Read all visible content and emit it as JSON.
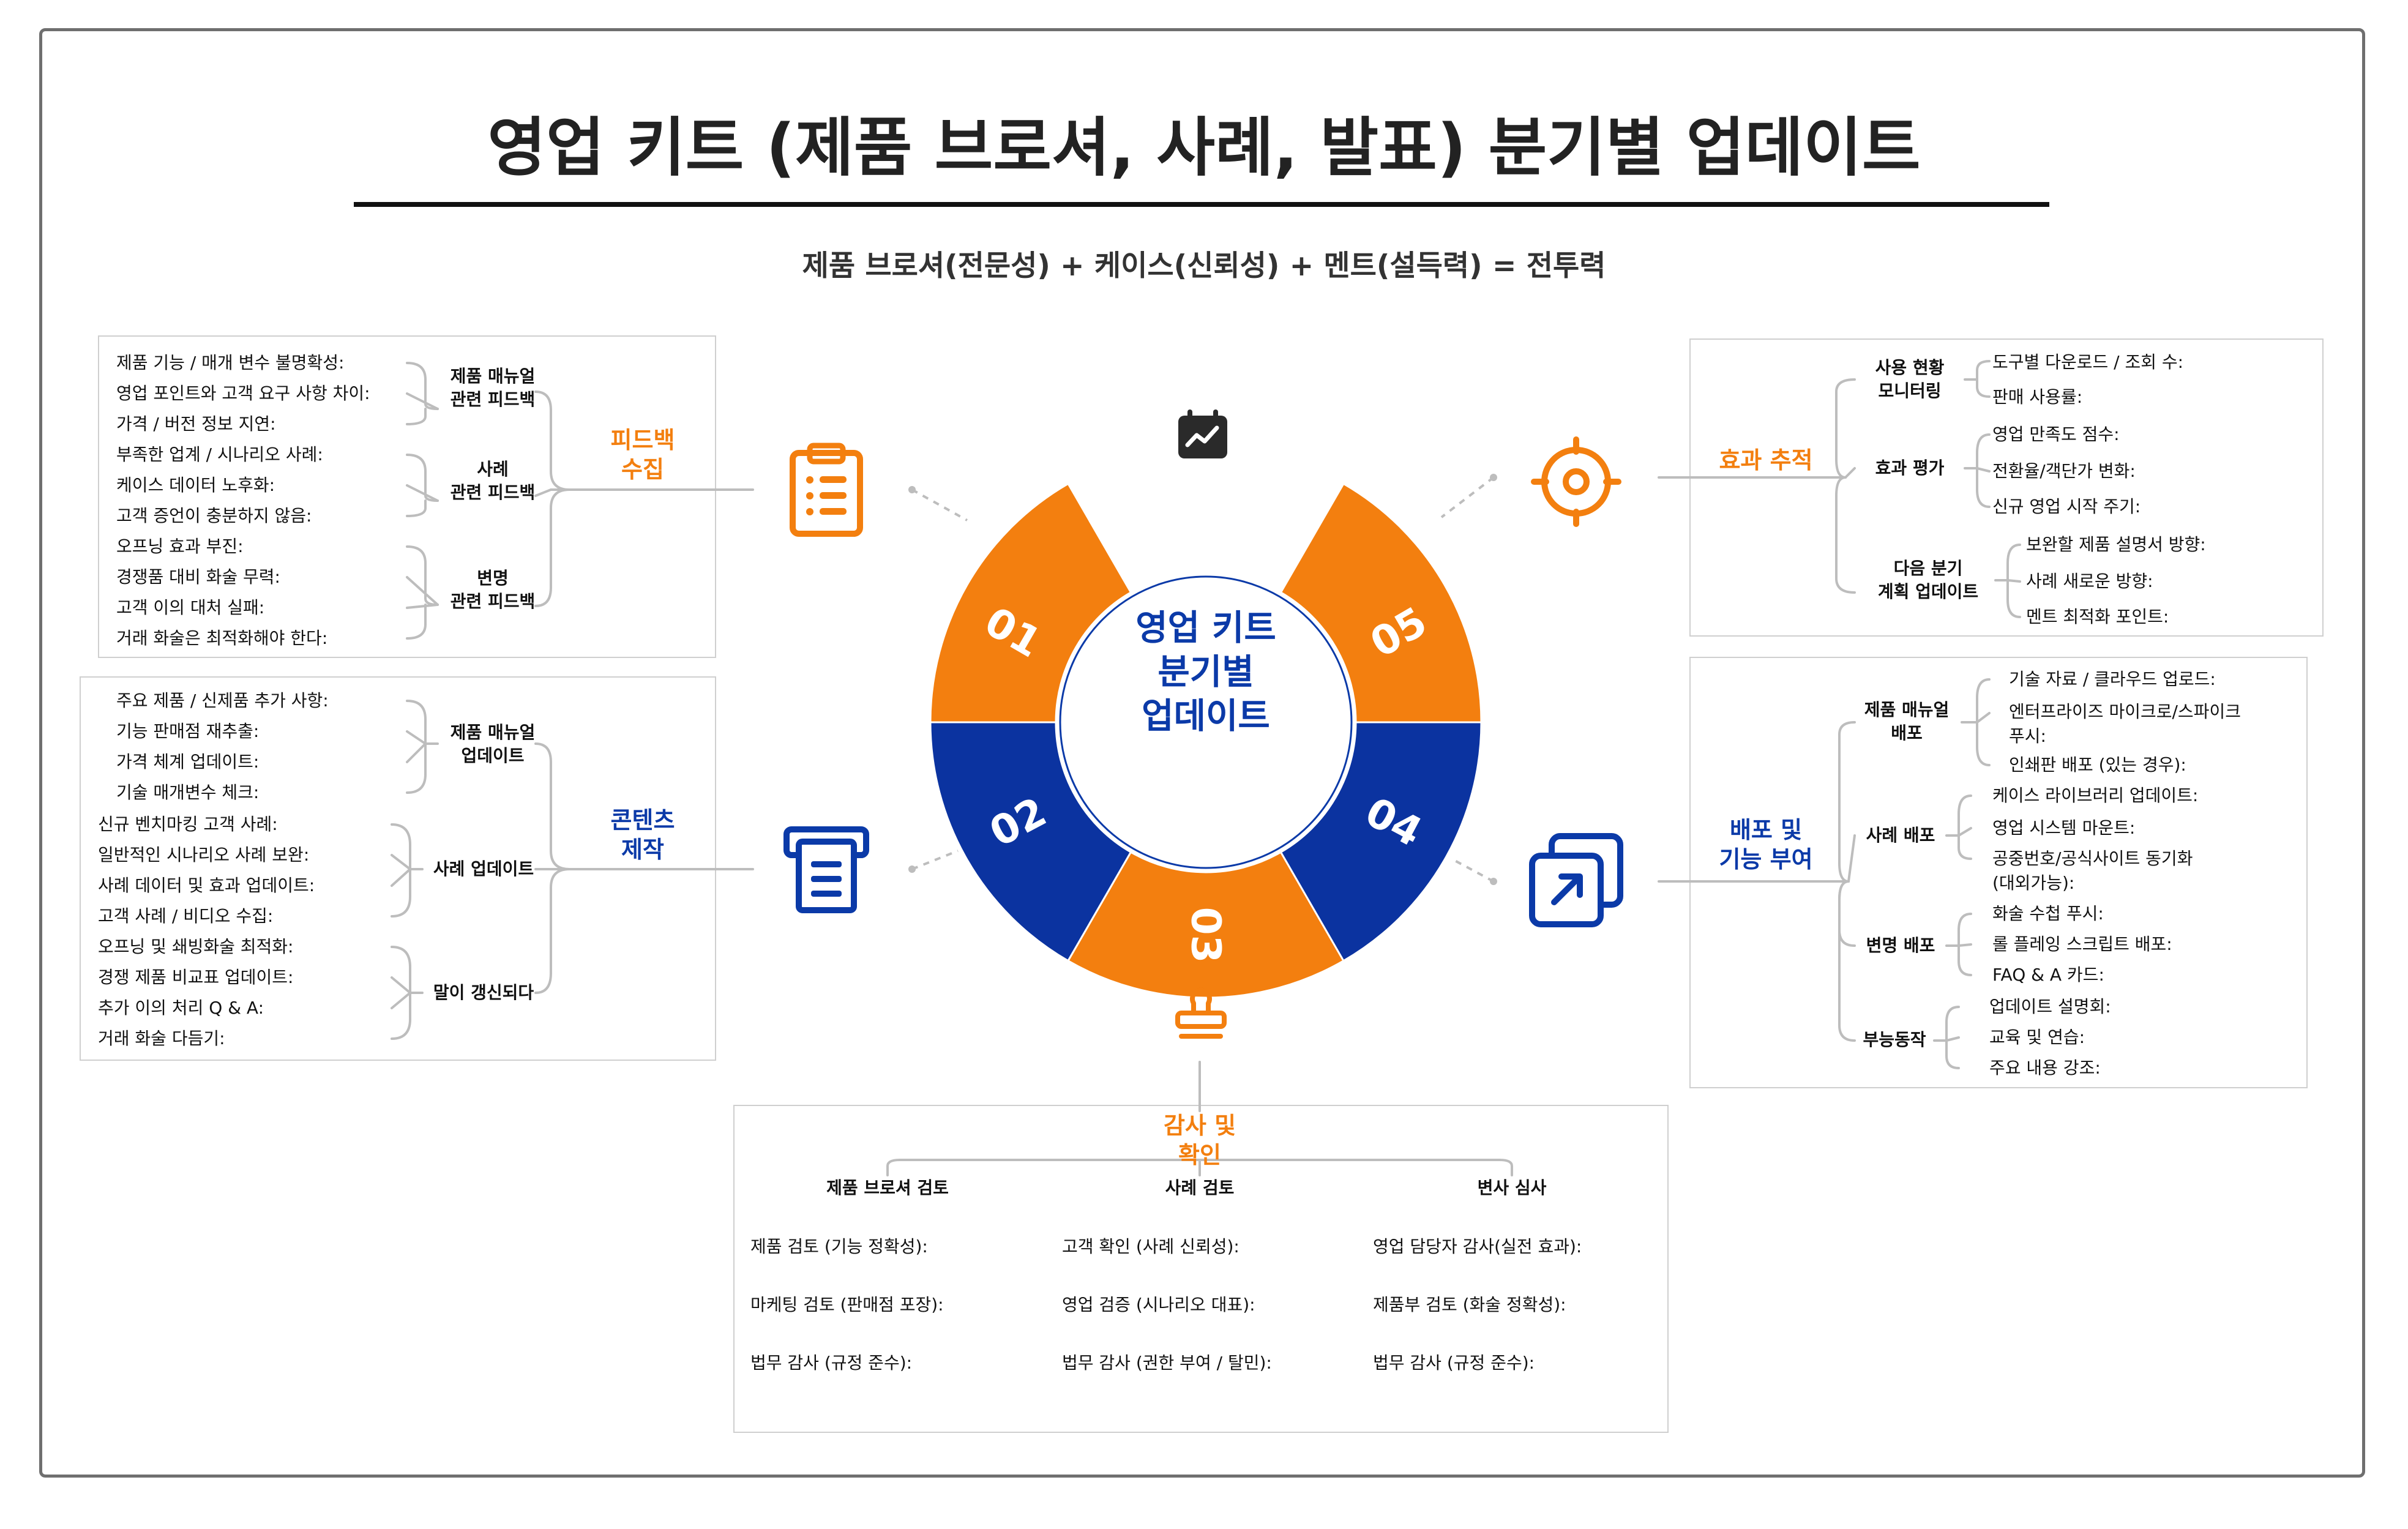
{
  "title": "영업 키트 (제품 브로셔, 사례, 발표) 분기별 업데이트",
  "formula": "제품 브로셔(전문성) + 케이스(신뢰성) + 멘트(설득력) = 전투력",
  "center": {
    "line1": "영업 키트",
    "line2": "분기별",
    "line3": "업데이트"
  },
  "segments": [
    {
      "num": "01",
      "color": "#f37f0f"
    },
    {
      "num": "02",
      "color": "#0b33a0"
    },
    {
      "num": "03",
      "color": "#f37f0f"
    },
    {
      "num": "04",
      "color": "#0b33a0"
    },
    {
      "num": "05",
      "color": "#f37f0f"
    }
  ],
  "colors": {
    "orange": "#f37f0f",
    "blue": "#0b33a0",
    "line": "#bdbdbd"
  },
  "icons": {
    "top": "calendar-chart-icon",
    "s01": "clipboard-list-icon",
    "s02": "printer-document-icon",
    "s03": "stamp-icon",
    "s04": "external-link-icon",
    "s05": "target-icon"
  },
  "feedback": {
    "hub": [
      "피드백",
      "수집"
    ],
    "groups": [
      {
        "label": [
          "제품 매뉴얼",
          "관련 피드백"
        ],
        "items": [
          "제품 기능 / 매개 변수 불명확성:",
          "영업 포인트와 고객 요구 사항 차이:",
          "가격 / 버전 정보 지연:"
        ]
      },
      {
        "label": [
          "사례",
          "관련 피드백"
        ],
        "items": [
          "부족한 업계 / 시나리오 사례:",
          "케이스 데이터 노후화:",
          "고객 증언이 충분하지 않음:"
        ]
      },
      {
        "label": [
          "변명",
          "관련 피드백"
        ],
        "items": [
          "오프닝 효과 부진:",
          "경쟁품 대비 화술 무력:",
          "고객 이의 대처 실패:",
          "거래 화술은 최적화해야 한다:"
        ]
      }
    ]
  },
  "content": {
    "hub": [
      "콘텐츠",
      "제작"
    ],
    "groups": [
      {
        "label": [
          "제품 매뉴얼",
          "업데이트"
        ],
        "items": [
          "주요 제품 / 신제품 추가 사항:",
          "기능 판매점 재추출:",
          "가격 체계 업데이트:",
          "기술 매개변수 체크:"
        ]
      },
      {
        "label": [
          "사례 업데이트"
        ],
        "items": [
          "신규 벤치마킹 고객 사례:",
          "일반적인 시나리오 사례 보완:",
          "사례 데이터 및 효과 업데이트:",
          "고객 사례 / 비디오 수집:"
        ]
      },
      {
        "label": [
          "말이 갱신되다"
        ],
        "items": [
          "오프닝 및 쇄빙화술 최적화:",
          "경쟁 제품 비교표 업데이트:",
          "추가 이의 처리 Q & A:",
          "거래 화술 다듬기:"
        ]
      }
    ]
  },
  "audit": {
    "hub": [
      "감사 및",
      "확인"
    ],
    "columns": [
      {
        "label": "제품 브로셔 검토",
        "items": [
          "제품 검토 (기능 정확성):",
          "마케팅 검토 (판매점 포장):",
          "법무 감사 (규정 준수):"
        ]
      },
      {
        "label": "사례 검토",
        "items": [
          "고객 확인 (사례 신뢰성):",
          "영업 검증 (시나리오 대표):",
          "법무 감사 (권한 부여 / 탈민):"
        ]
      },
      {
        "label": "변사 심사",
        "items": [
          "영업 담당자 감사(실전 효과):",
          "제품부 검토 (화술 정확성):",
          "법무 감사 (규정 준수):"
        ]
      }
    ]
  },
  "distribution": {
    "hub": [
      "배포 및",
      "기능 부여"
    ],
    "groups": [
      {
        "label": [
          "제품 매뉴얼",
          "배포"
        ],
        "items": [
          "기술 자료 / 클라우드 업로드:",
          "엔터프라이즈 마이크로/스파이크",
          "푸시:",
          "인쇄판 배포 (있는 경우):"
        ]
      },
      {
        "label": [
          "사례 배포"
        ],
        "items": [
          "케이스 라이브러리 업데이트:",
          "영업 시스템 마운트:",
          "공중번호/공식사이트 동기화",
          "(대외가능):"
        ]
      },
      {
        "label": [
          "변명 배포"
        ],
        "items": [
          "화술 수첩 푸시:",
          "롤 플레잉 스크립트 배포:",
          "FAQ & A 카드:"
        ]
      },
      {
        "label": [
          "부능동작"
        ],
        "items": [
          "업데이트 설명회:",
          "교육 및 연습:",
          "주요 내용 강조:"
        ]
      }
    ]
  },
  "tracking": {
    "hub": [
      "효과 추적"
    ],
    "groups": [
      {
        "label": [
          "사용 현황",
          "모니터링"
        ],
        "items": [
          "도구별 다운로드 / 조회 수:",
          "판매 사용률:"
        ]
      },
      {
        "label": [
          "효과 평가"
        ],
        "items": [
          "영업 만족도 점수:",
          "전환율/객단가 변화:",
          "신규 영업 시작 주기:"
        ]
      },
      {
        "label": [
          "다음 분기",
          "계획 업데이트"
        ],
        "items": [
          "보완할 제품 설명서 방향:",
          "사례 새로운 방향:",
          "멘트 최적화 포인트:"
        ]
      }
    ]
  }
}
